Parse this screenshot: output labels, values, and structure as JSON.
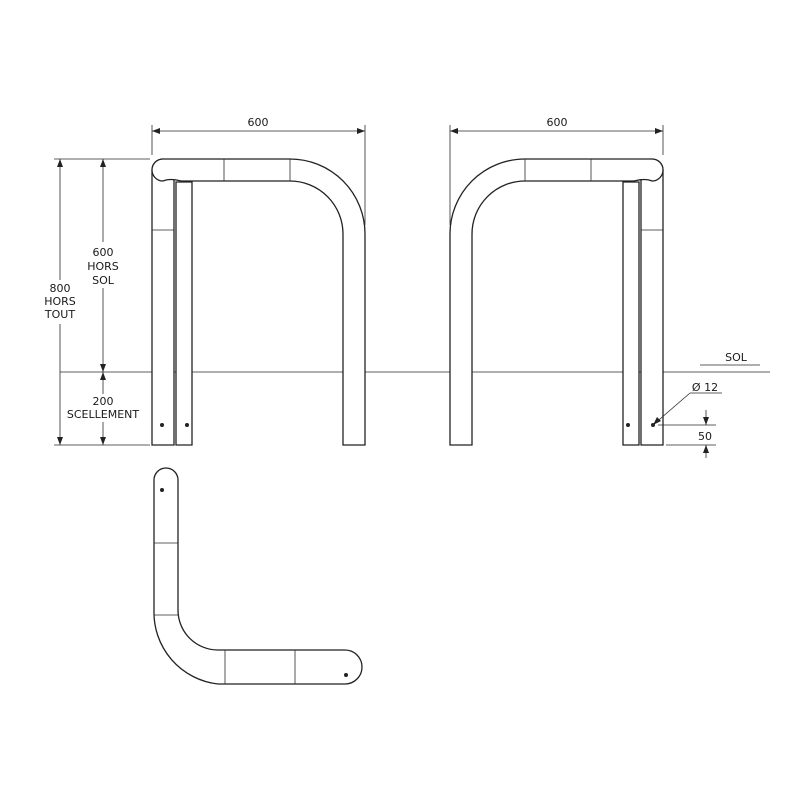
{
  "labels": {
    "width_left": "600",
    "width_right": "600",
    "total_value": "800",
    "total_line1": "HORS",
    "total_line2": "TOUT",
    "above_value": "600",
    "above_line1": "HORS",
    "above_line2": "SOL",
    "embed_value": "200",
    "embed_line1": "SCELLEMENT",
    "ground": "SOL",
    "hole_diameter": "Ø 12",
    "hole_offset": "50"
  },
  "colors": {
    "line": "#222222",
    "background": "#ffffff"
  }
}
